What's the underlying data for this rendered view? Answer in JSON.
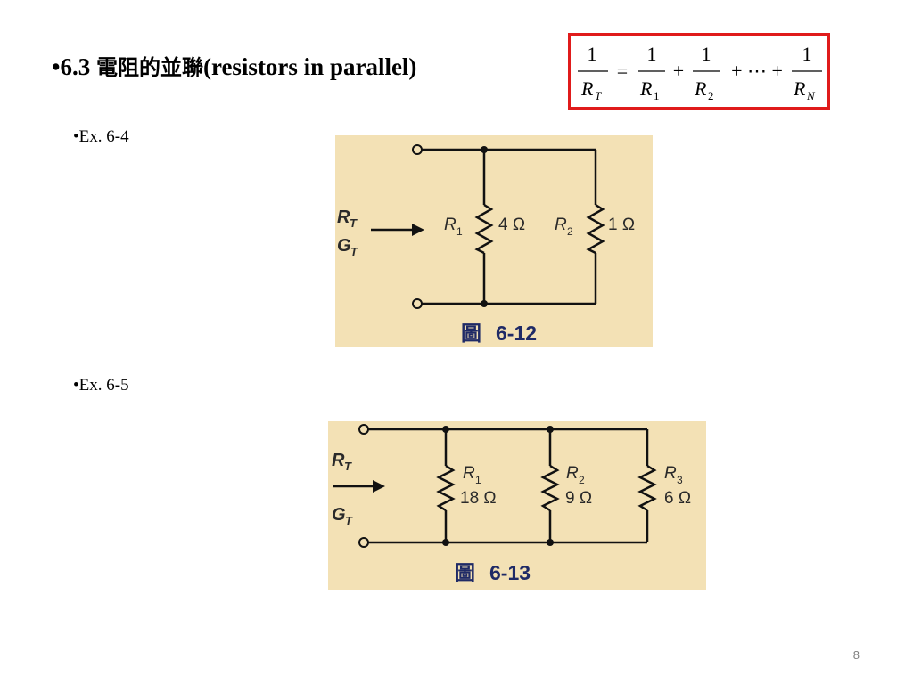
{
  "heading": {
    "bullet": "•",
    "number": "6.3",
    "chinese": "電阻的並聯",
    "english": "(resistors in parallel)"
  },
  "formula": {
    "one": "1",
    "lhs_den": "R",
    "lhs_sub": "T",
    "eq": "=",
    "terms": [
      {
        "den": "R",
        "sub": "1"
      },
      {
        "den": "R",
        "sub": "2"
      },
      {
        "den": "R",
        "sub": "N"
      }
    ],
    "plus": "+",
    "dots": "+ ⋯ +"
  },
  "examples": [
    {
      "label": "•Ex. 6-4"
    },
    {
      "label": "•Ex. 6-5"
    }
  ],
  "figure1": {
    "rt": "R",
    "rt_sub": "T",
    "gt": "G",
    "gt_sub": "T",
    "resistors": [
      {
        "name": "R",
        "sub": "1",
        "value": "4 Ω"
      },
      {
        "name": "R",
        "sub": "2",
        "value": "1 Ω"
      }
    ],
    "caption_char": "圖",
    "caption_num": "6-12"
  },
  "figure2": {
    "rt": "R",
    "rt_sub": "T",
    "gt": "G",
    "gt_sub": "T",
    "resistors": [
      {
        "name": "R",
        "sub": "1",
        "value": "18 Ω"
      },
      {
        "name": "R",
        "sub": "2",
        "value": "9 Ω"
      },
      {
        "name": "R",
        "sub": "3",
        "value": "6 Ω"
      }
    ],
    "caption_char": "圖",
    "caption_num": "6-13"
  },
  "page_number": "8",
  "colors": {
    "figure_bg": "#f3e1b5",
    "box_border": "#e01b1b",
    "caption_blue": "#1f2a66"
  }
}
